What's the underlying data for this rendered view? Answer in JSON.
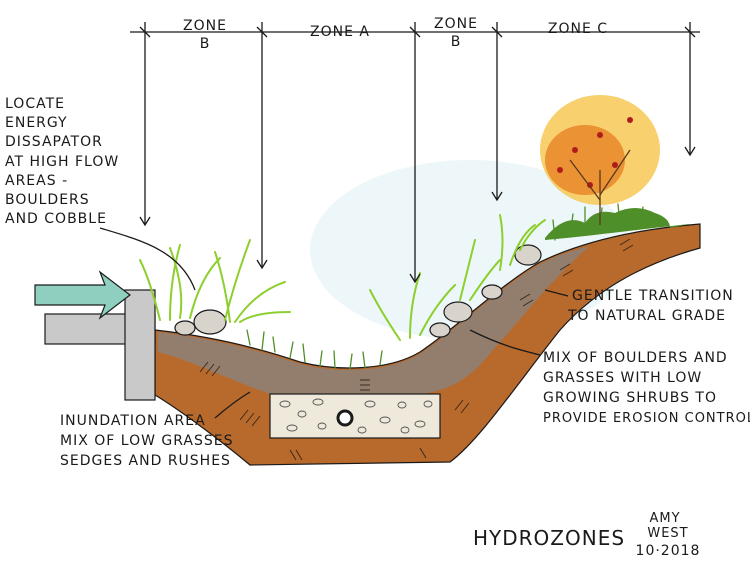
{
  "title": "HYDROZONES",
  "signature": {
    "name": [
      "AMY",
      "WEST"
    ],
    "date": "10·2018"
  },
  "zones": [
    {
      "label": [
        "ZONE",
        "B"
      ]
    },
    {
      "label": [
        "ZONE A"
      ]
    },
    {
      "label": [
        "ZONE",
        "B"
      ]
    },
    {
      "label": [
        "ZONE C"
      ]
    }
  ],
  "notes": {
    "energy_dissipator": [
      "LOCATE",
      "ENERGY",
      "DISSAPATOR",
      "AT HIGH FLOW",
      "AREAS -",
      "BOULDERS",
      "AND COBBLE"
    ],
    "gentle_transition": [
      "GENTLE TRANSITION",
      "TO NATURAL GRADE"
    ],
    "boulders_grasses": [
      "MIX OF BOULDERS AND",
      "GRASSES WITH LOW",
      "GROWING SHRUBS TO",
      "PROVIDE EROSION CONTROL"
    ],
    "inundation": [
      "INUNDATION AREA",
      "MIX OF LOW GRASSES",
      "SEDGES AND RUSHES"
    ]
  },
  "colors": {
    "soil": "#b8692c",
    "lining": "#8f8176",
    "grass": "#8ccf2e",
    "dark_grass": "#4f8f2a",
    "flow_arrow": "#8fcfc0",
    "shrub": "#e8872a",
    "concrete": "#c9c9c9"
  }
}
